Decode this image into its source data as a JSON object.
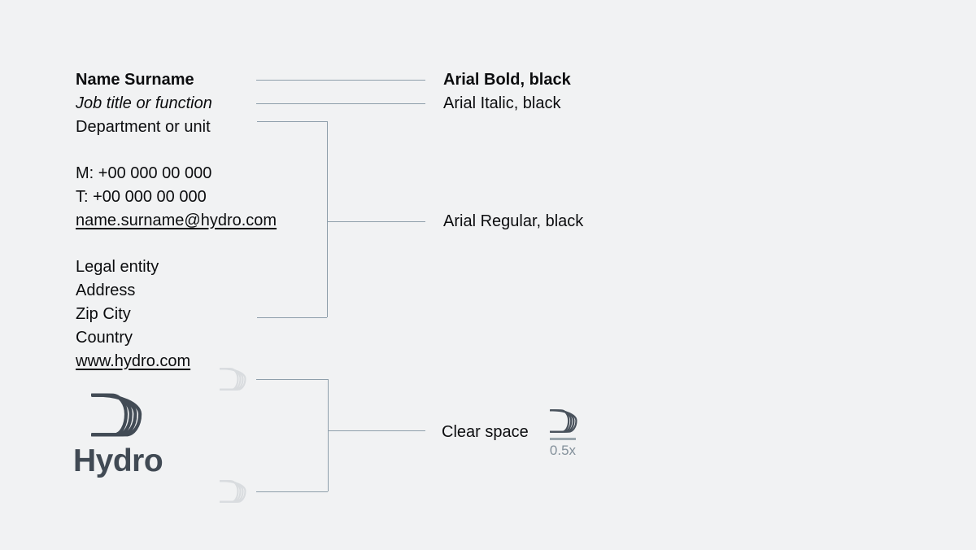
{
  "title": "Hydro email signature specimen",
  "colors": {
    "background": "#f1f2f3",
    "text": "#0c0d0f",
    "connector_line": "#8e9eaa",
    "logo": "#424b55",
    "logo_faded": "#d9dcdf",
    "ruler": "#9aa6ad",
    "muted": "#84919b"
  },
  "signature": {
    "lines": [
      "Name Surname",
      "Job title or function",
      "Department or unit",
      "",
      "M: +00 000 00 000",
      "T: +00 000 00 000",
      "name.surname@hydro.com",
      "",
      "Legal entity",
      "Address",
      "Zip City",
      "Country",
      "www.hydro.com"
    ]
  },
  "annotations": {
    "bold": "Arial Bold, black",
    "italic": "Arial Italic, black",
    "regular": "Arial Regular, black",
    "clear_space": "Clear space",
    "clear_space_ratio": "0.5x"
  },
  "logo": {
    "wordmark": "Hydro",
    "mark": "hydro-crescent-mark-icon"
  }
}
